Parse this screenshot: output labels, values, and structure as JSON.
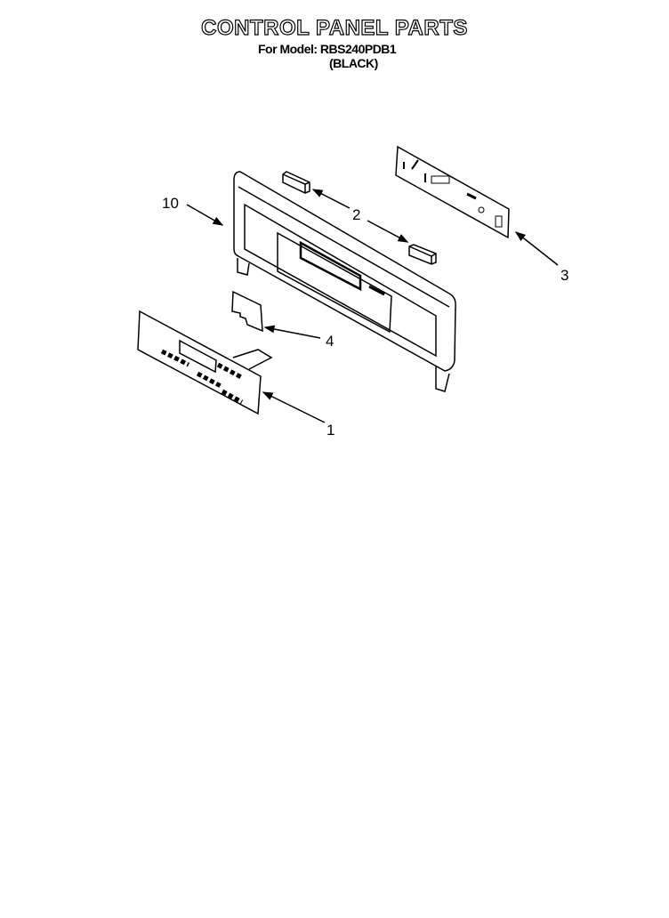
{
  "header": {
    "title": "CONTROL PANEL PARTS",
    "model_line": "For Model: RBS240PDB1",
    "color_line": "(BLACK)"
  },
  "callouts": [
    {
      "id": "10",
      "label": "10"
    },
    {
      "id": "2",
      "label": "2"
    },
    {
      "id": "3",
      "label": "3"
    },
    {
      "id": "4",
      "label": "4"
    },
    {
      "id": "1",
      "label": "1"
    }
  ]
}
